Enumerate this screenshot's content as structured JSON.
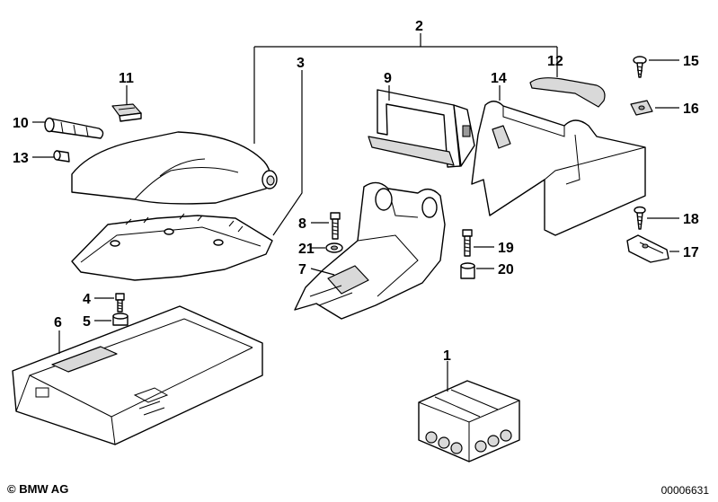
{
  "callouts": [
    {
      "id": "1",
      "label": "1"
    },
    {
      "id": "2",
      "label": "2"
    },
    {
      "id": "3",
      "label": "3"
    },
    {
      "id": "4",
      "label": "4"
    },
    {
      "id": "5",
      "label": "5"
    },
    {
      "id": "6",
      "label": "6"
    },
    {
      "id": "7",
      "label": "7"
    },
    {
      "id": "8",
      "label": "8"
    },
    {
      "id": "9",
      "label": "9"
    },
    {
      "id": "10",
      "label": "10"
    },
    {
      "id": "11",
      "label": "11"
    },
    {
      "id": "12",
      "label": "12"
    },
    {
      "id": "13",
      "label": "13"
    },
    {
      "id": "14",
      "label": "14"
    },
    {
      "id": "15",
      "label": "15"
    },
    {
      "id": "16",
      "label": "16"
    },
    {
      "id": "17",
      "label": "17"
    },
    {
      "id": "18",
      "label": "18"
    },
    {
      "id": "19",
      "label": "19"
    },
    {
      "id": "20",
      "label": "20"
    },
    {
      "id": "21",
      "label": "21"
    }
  ],
  "footer": {
    "copyright": "© BMW AG",
    "doc_number": "00006631"
  }
}
